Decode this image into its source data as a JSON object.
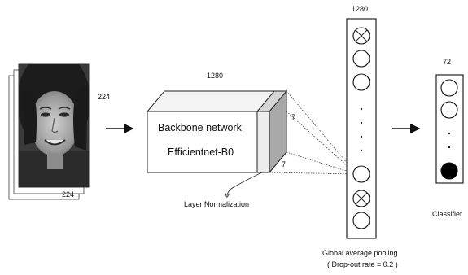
{
  "input": {
    "icon": "face-photo-stack",
    "size_right": "224",
    "size_bottom": "224"
  },
  "backbone": {
    "top_label": "1280",
    "title": "Backbone network",
    "model": "Efficientnet-B0",
    "feature_size_top": "7",
    "feature_size_bottom": "7",
    "norm_label": "Layer Normalization"
  },
  "pooling": {
    "top_label": "1280",
    "nodes": [
      "crossed",
      "empty",
      "empty",
      "dot",
      "dot",
      "dot",
      "dot",
      "empty",
      "crossed",
      "empty"
    ],
    "caption_line1": "Global average pooling",
    "caption_line2": "( Drop-out rate = 0.2 )"
  },
  "classifier": {
    "top_label": "72",
    "nodes": [
      "empty",
      "empty",
      "dot",
      "dot",
      "filled"
    ],
    "caption": "Classifier"
  }
}
